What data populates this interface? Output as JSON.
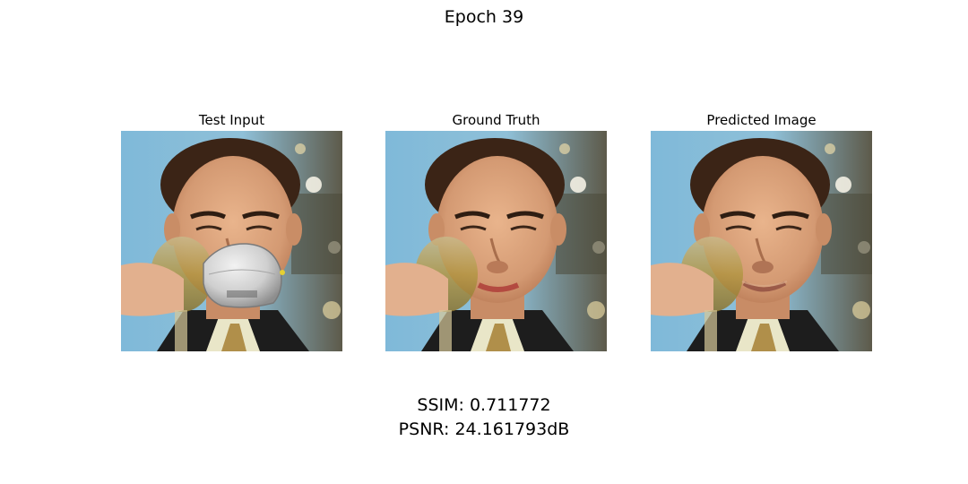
{
  "figure": {
    "title": "Epoch 39"
  },
  "panels": [
    {
      "title": "Test Input",
      "image": "face-with-mask"
    },
    {
      "title": "Ground Truth",
      "image": "face-original"
    },
    {
      "title": "Predicted Image",
      "image": "face-inpainted"
    }
  ],
  "metrics": {
    "ssim": "SSIM: 0.711772",
    "psnr": "PSNR: 24.161793dB"
  },
  "colors": {
    "background": "#ffffff",
    "text": "#000000"
  }
}
